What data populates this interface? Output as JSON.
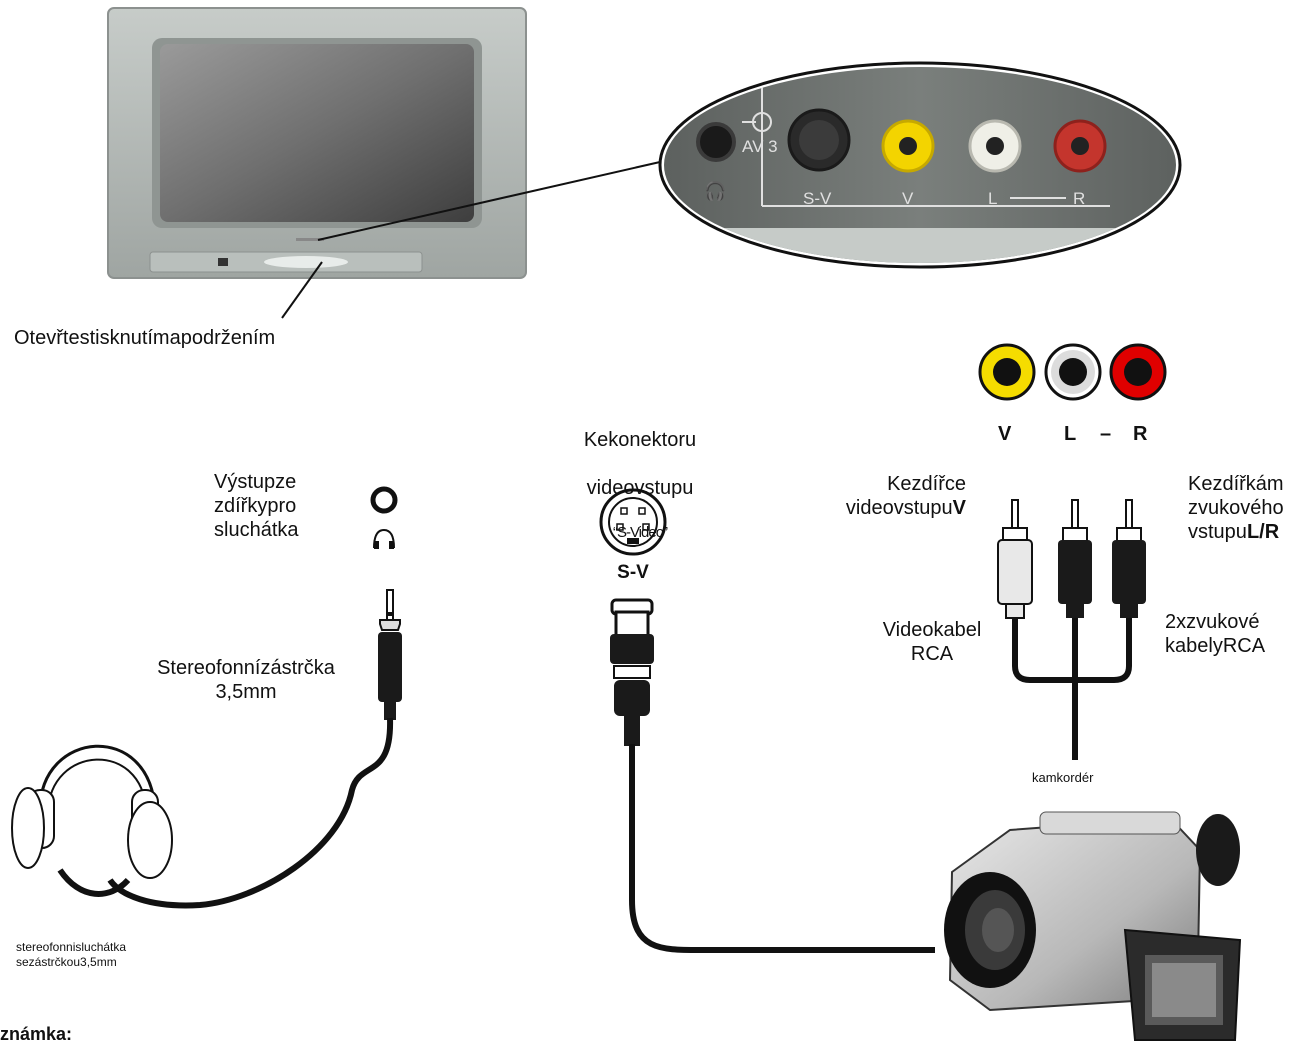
{
  "tv": {
    "callout_label": "Otevřtestisknutímapodržením"
  },
  "tv_panel": {
    "av_label": "AV 3",
    "jack_labels": [
      "S-V",
      "V",
      "L",
      "R"
    ]
  },
  "rca_jacks": {
    "labels": [
      "V",
      "L",
      "–",
      "R"
    ],
    "colors": {
      "video": "#f2d400",
      "left": "#ffffff",
      "right": "#e00000"
    }
  },
  "headphone": {
    "output_label": "Výstupze\nzdířkypro\nsluchátka",
    "plug_label": "Stereofonnízástrčka\n3,5mm",
    "headphones_label": "stereofonnisluchátka\nsezástrčkou3,5mm"
  },
  "svideo": {
    "connector_label_line1": "Kekonektoru",
    "connector_label_line2": "videovstupu",
    "connector_label_line3": "“S-Video”",
    "sv_label": "S-V"
  },
  "rca_cables": {
    "video_input_label": "Kezdířce\nvideovstupu",
    "video_input_bold": "V",
    "audio_input_label": "Kezdířkám\nzvukového\nvstupu",
    "audio_input_bold": "L/R",
    "video_cable_label": "Videokabel\nRCA",
    "audio_cable_label": "2xzvukové\nkabelyRCA"
  },
  "camcorder": {
    "label": "kamkordér"
  },
  "note": {
    "label": "známka:"
  }
}
